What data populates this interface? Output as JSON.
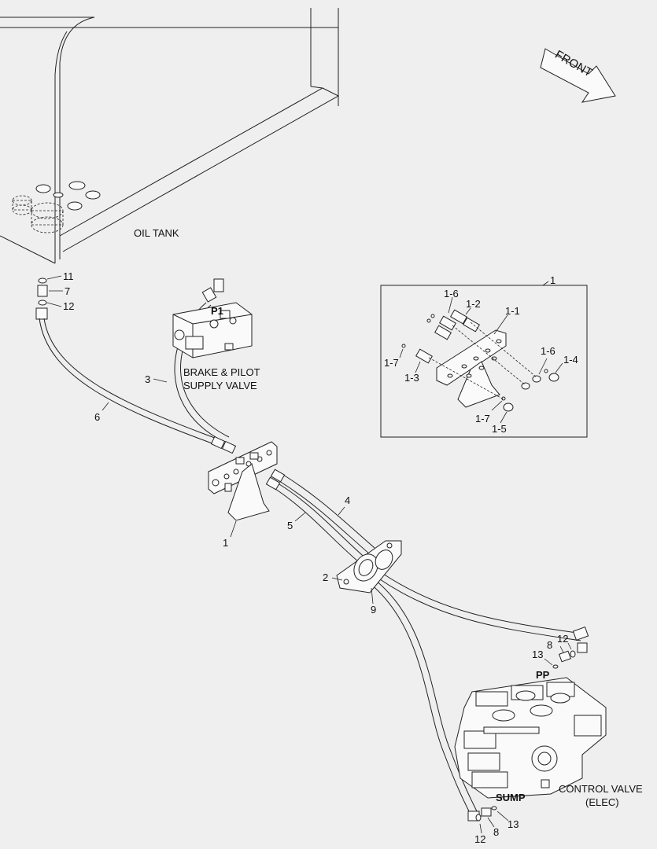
{
  "labels": {
    "front": "FRONT",
    "oil_tank": "OIL TANK",
    "brake_pilot_1": "BRAKE & PILOT",
    "brake_pilot_2": "SUPPLY VALVE",
    "control_valve_1": "CONTROL VALVE",
    "control_valve_2": "(ELEC)",
    "port_p1": "P1",
    "port_pp": "PP",
    "port_sump": "SUMP"
  },
  "callouts": {
    "c11": "11",
    "c7": "7",
    "c12a": "12",
    "c3": "3",
    "c6": "6",
    "c1": "1",
    "c5": "5",
    "c4": "4",
    "c2": "2",
    "c9": "9",
    "c8a": "8",
    "c12b": "12",
    "c13a": "13",
    "c12c": "12",
    "c8b": "8",
    "c13b": "13"
  },
  "inset": {
    "title": "1",
    "c1_6a": "1-6",
    "c1_2": "1-2",
    "c1_1": "1-1",
    "c1_7a": "1-7",
    "c1_3": "1-3",
    "c1_6b": "1-6",
    "c1_4": "1-4",
    "c1_7b": "1-7",
    "c1_5": "1-5"
  }
}
